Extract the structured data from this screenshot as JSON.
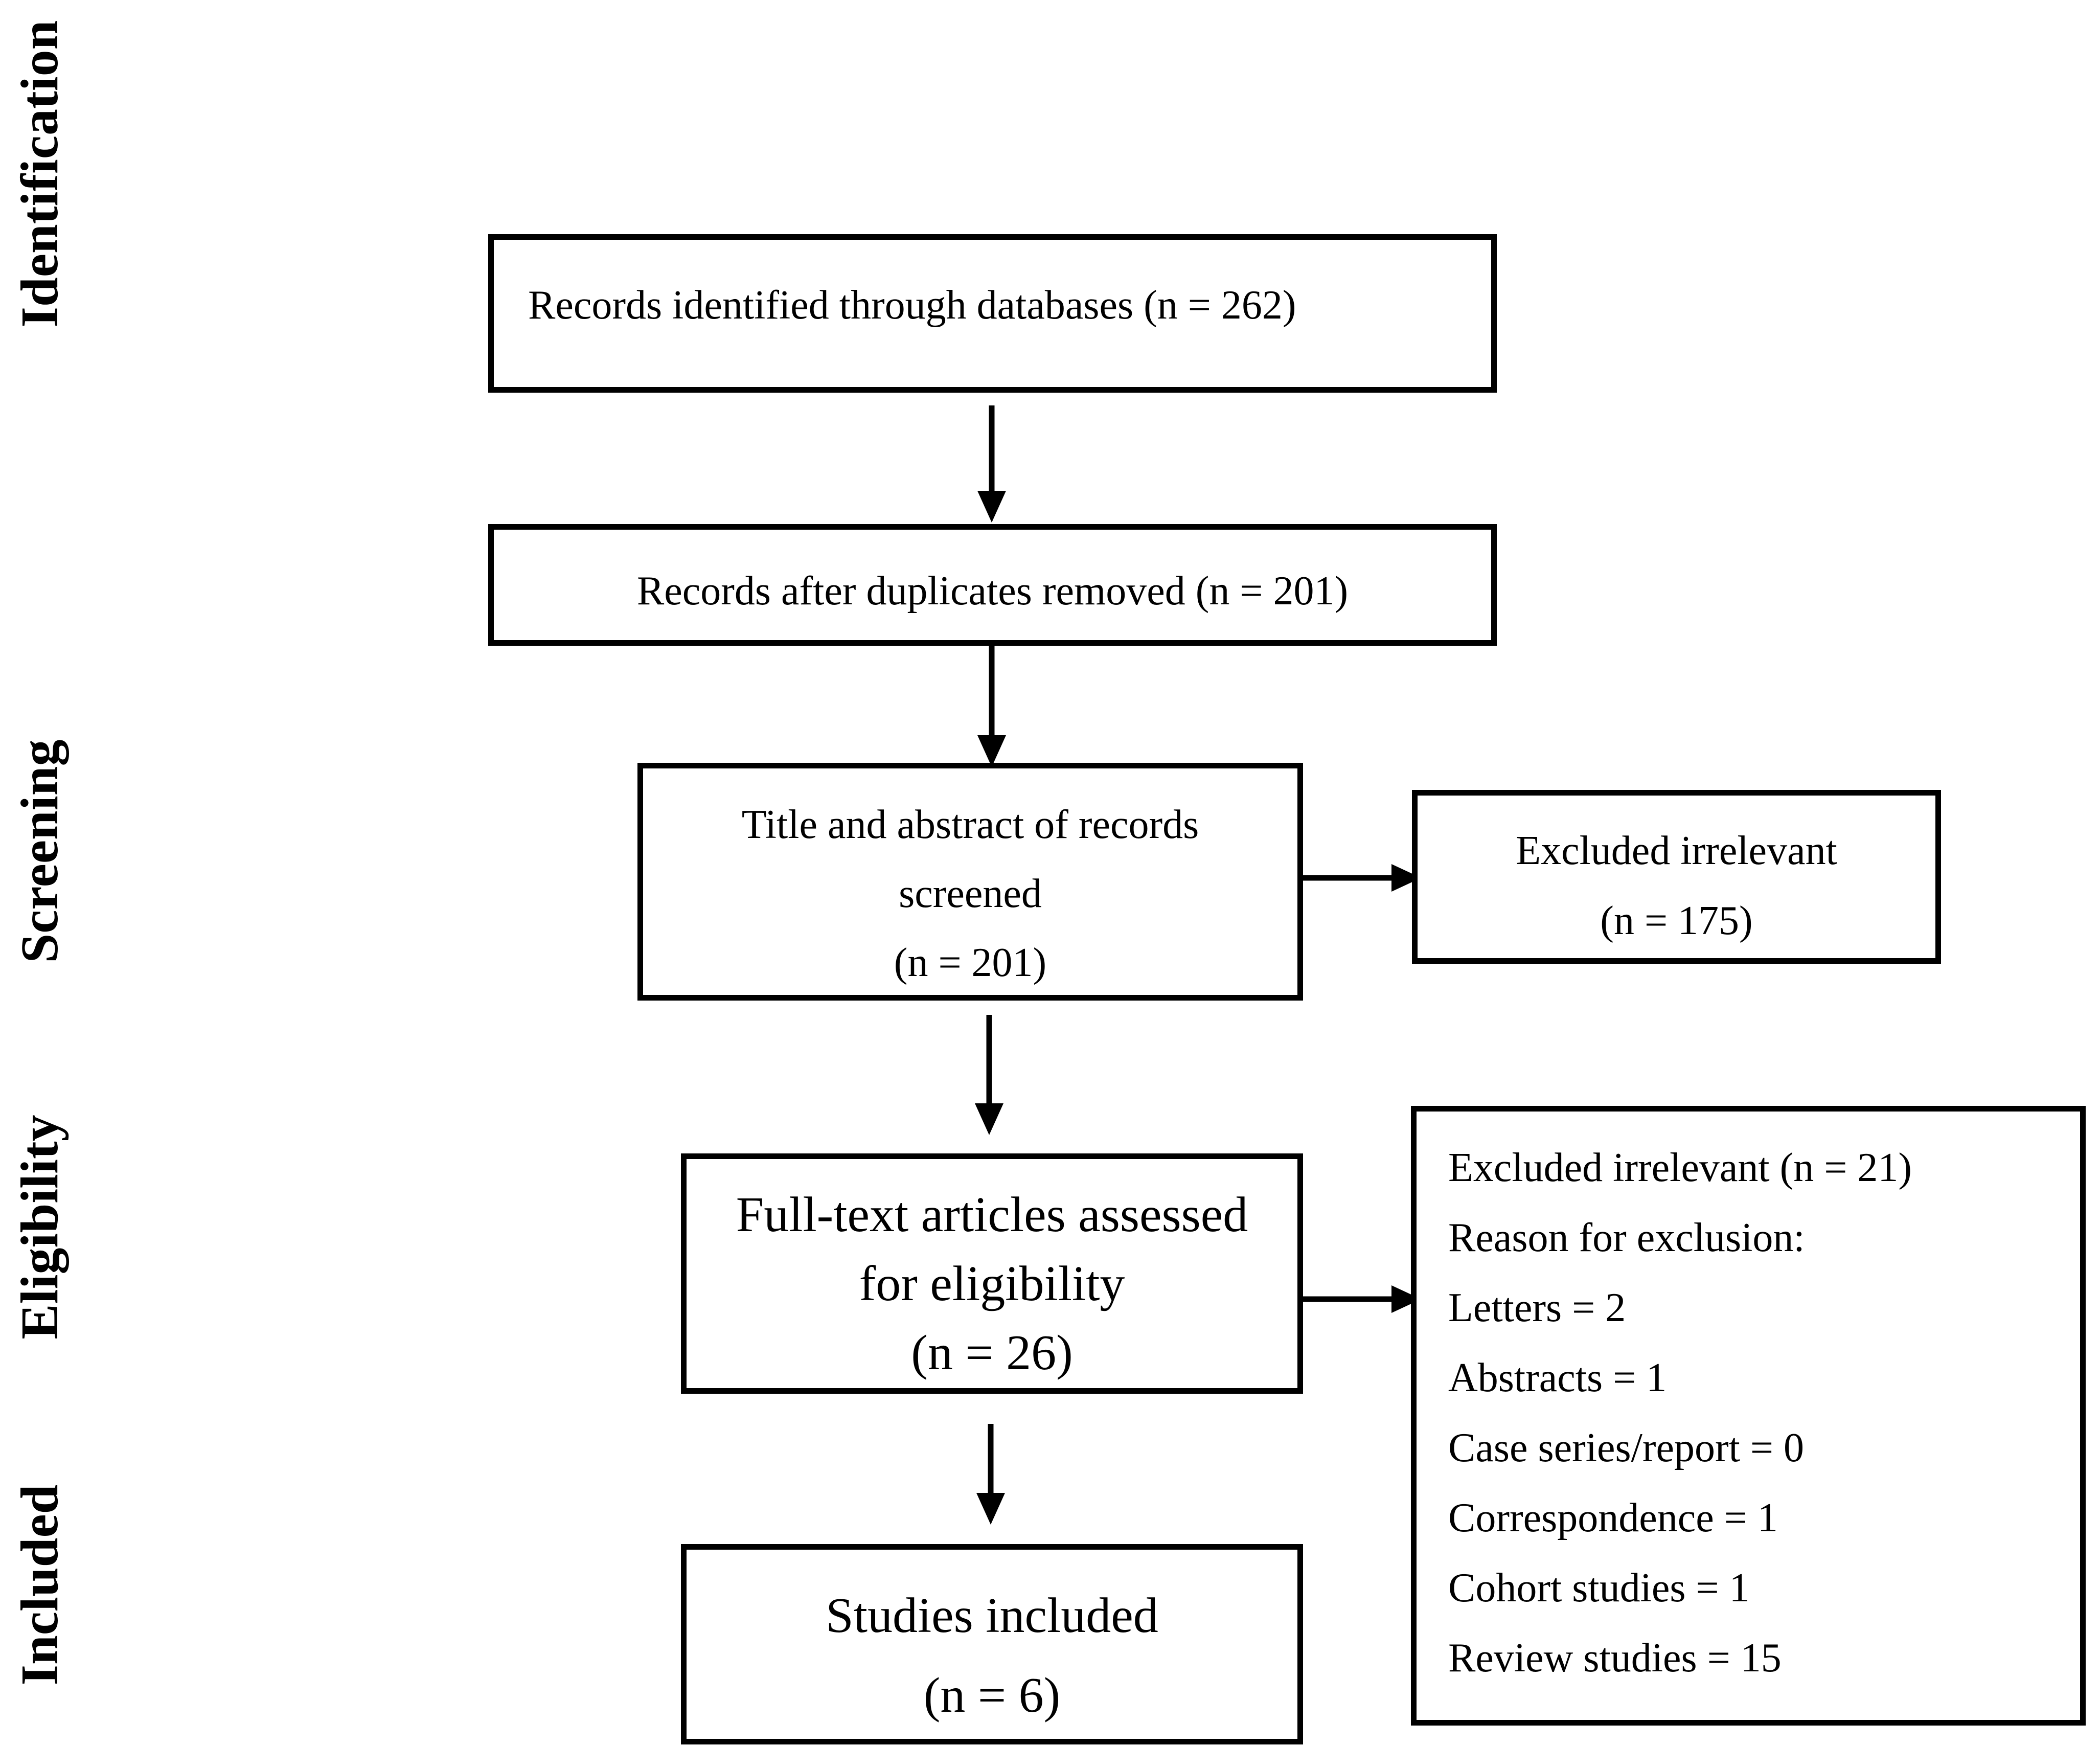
{
  "phases": {
    "identification": "Identification",
    "screening": "Screening",
    "eligibility": "Eligibility",
    "included": "Included"
  },
  "boxes": {
    "identified": {
      "line1": "Records identified through databases (n = 262)"
    },
    "duplicates_removed": {
      "line1": "Records after duplicates removed (n = 201)"
    },
    "screened": {
      "line1": "Title and abstract of records",
      "line2": "screened",
      "line3": "(n = 201)"
    },
    "excluded_screening": {
      "line1": "Excluded irrelevant",
      "line2": "(n = 175)"
    },
    "full_text": {
      "line1": "Full-text articles assessed",
      "line2": "for eligibility",
      "line3": "(n = 26)"
    },
    "excluded_eligibility": {
      "title": "Excluded irrelevant (n = 21)",
      "reason_heading": "Reason for exclusion:",
      "reasons": [
        "Letters = 2",
        "Abstracts = 1",
        "Case series/report = 0",
        "Correspondence = 1",
        "Cohort studies = 1",
        "Review studies = 15"
      ]
    },
    "included": {
      "line1": "Studies included",
      "line2": "(n = 6)"
    }
  },
  "colors": {
    "stroke": "#000000",
    "background": "#ffffff"
  }
}
